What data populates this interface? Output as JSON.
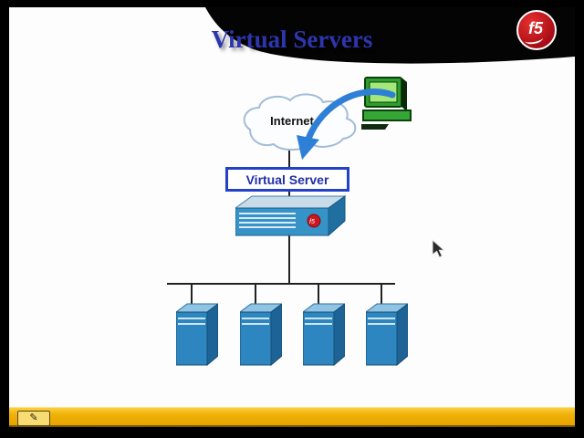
{
  "slide": {
    "title": "Virtual Servers",
    "logo_text": "f5"
  },
  "diagram": {
    "cloud_label": "Internet",
    "virtual_server_label": "Virtual Server",
    "device": "bigip-appliance",
    "server_count": 4
  },
  "toolbar": {
    "annotation_icon": "✎"
  },
  "icons": {
    "cloud-icon": "cloud outline shape",
    "computer-icon": "green desktop pc",
    "connection-arrow-icon": "curved blue arrow",
    "server-tower-icon": "blue 3d server tower",
    "pencil-icon": "✎",
    "cursor-icon": "mouse arrow pointer",
    "f5-logo-icon": "red sphere"
  },
  "colors": {
    "background_black": "#000000",
    "slide_white": "#fdfdfd",
    "title_blue": "#2d36ae",
    "arrow_blue": "#2e7fd6",
    "virtual_server_border": "#2442c8",
    "device_blue": "#3593c8",
    "server_blue": "#2e86c1",
    "toolbar_yellow": "#efb008",
    "logo_red": "#cc1620"
  }
}
